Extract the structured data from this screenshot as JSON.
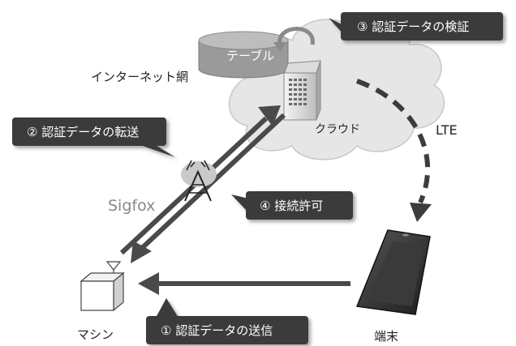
{
  "diagram": {
    "cloud_label": "クラウド",
    "internet_label": "インターネット網",
    "table_label": "テーブル",
    "sigfox_label": "Sigfox",
    "lte_label": "LTE",
    "machine_label": "マシン",
    "terminal_label": "端末"
  },
  "callouts": {
    "step1": "① 認証データの送信",
    "step2": "② 認証データの転送",
    "step3": "③ 認証データの検証",
    "step4": "④ 接続許可"
  },
  "colors": {
    "callout_fill": "#3a3a3a",
    "callout_text": "#ffffff",
    "cloud_fill": "#e6e6e6",
    "arrow": "#4a4a4a",
    "table_fill": "#9a9a9a"
  }
}
